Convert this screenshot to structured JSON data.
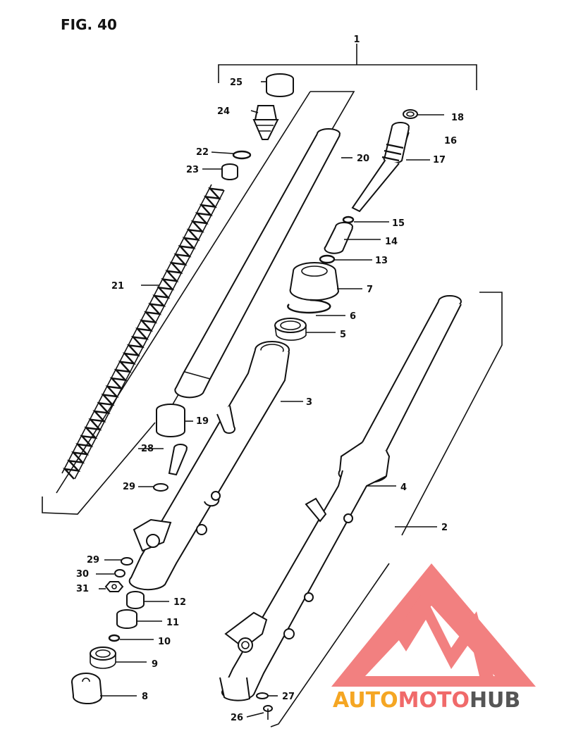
{
  "figure": {
    "title": "FIG. 40"
  },
  "colors": {
    "ink": "#111111",
    "watermark_red": "#f06a6a",
    "watermark_orange": "#f5a623",
    "watermark_gray": "#555555"
  },
  "callouts": [
    {
      "id": "c1",
      "text": "1"
    },
    {
      "id": "c2",
      "text": "2"
    },
    {
      "id": "c3",
      "text": "3"
    },
    {
      "id": "c4",
      "text": "4"
    },
    {
      "id": "c5",
      "text": "5"
    },
    {
      "id": "c6",
      "text": "6"
    },
    {
      "id": "c7",
      "text": "7"
    },
    {
      "id": "c8",
      "text": "8"
    },
    {
      "id": "c9",
      "text": "9"
    },
    {
      "id": "c10",
      "text": "10"
    },
    {
      "id": "c11",
      "text": "11"
    },
    {
      "id": "c12",
      "text": "12"
    },
    {
      "id": "c13",
      "text": "13"
    },
    {
      "id": "c14",
      "text": "14"
    },
    {
      "id": "c15",
      "text": "15"
    },
    {
      "id": "c16",
      "text": "16"
    },
    {
      "id": "c17",
      "text": "17"
    },
    {
      "id": "c18",
      "text": "18"
    },
    {
      "id": "c19",
      "text": "19"
    },
    {
      "id": "c20",
      "text": "20"
    },
    {
      "id": "c21",
      "text": "21"
    },
    {
      "id": "c22",
      "text": "22"
    },
    {
      "id": "c23",
      "text": "23"
    },
    {
      "id": "c24",
      "text": "24"
    },
    {
      "id": "c25",
      "text": "25"
    },
    {
      "id": "c26",
      "text": "26"
    },
    {
      "id": "c27",
      "text": "27"
    },
    {
      "id": "c28",
      "text": "28"
    },
    {
      "id": "c29a",
      "text": "29"
    },
    {
      "id": "c29b",
      "text": "29"
    },
    {
      "id": "c30",
      "text": "30"
    },
    {
      "id": "c31",
      "text": "31"
    }
  ],
  "watermark": {
    "part1": "AUTO",
    "part2": "MOTO",
    "part3": "HUB"
  }
}
